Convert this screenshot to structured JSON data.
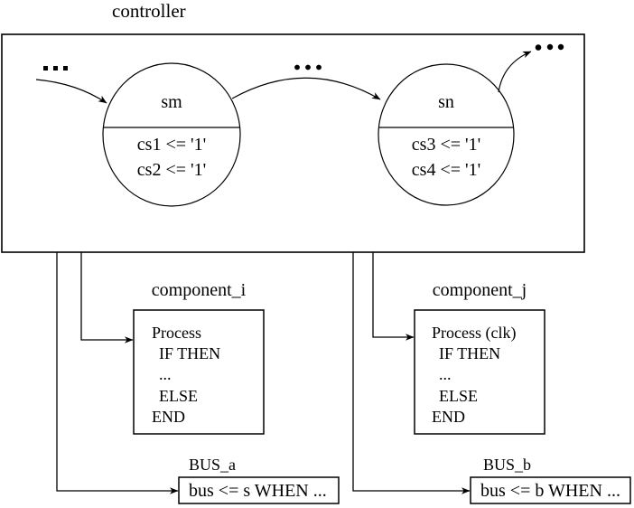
{
  "diagram": {
    "title": "controller",
    "fsm": {
      "states": [
        {
          "name": "sm",
          "actions": [
            "cs1 <= '1'",
            "cs2 <= '1'"
          ]
        },
        {
          "name": "sn",
          "actions": [
            "cs3 <= '1'",
            "cs4 <= '1'"
          ]
        }
      ],
      "ellipsis_left": "...",
      "ellipsis_middle": "...",
      "ellipsis_right": "..."
    },
    "components": [
      {
        "title": "component_i",
        "lines": [
          "Process",
          "IF THEN",
          "...",
          "ELSE",
          "END"
        ]
      },
      {
        "title": "component_j",
        "lines": [
          "Process (clk)",
          "IF THEN",
          "...",
          "ELSE",
          "END"
        ]
      }
    ],
    "buses": [
      {
        "title": "BUS_a",
        "text": "bus <= s WHEN ..."
      },
      {
        "title": "BUS_b",
        "text": "bus <= b WHEN ..."
      }
    ],
    "colors": {
      "stroke": "#000000",
      "background": "#ffffff"
    }
  }
}
